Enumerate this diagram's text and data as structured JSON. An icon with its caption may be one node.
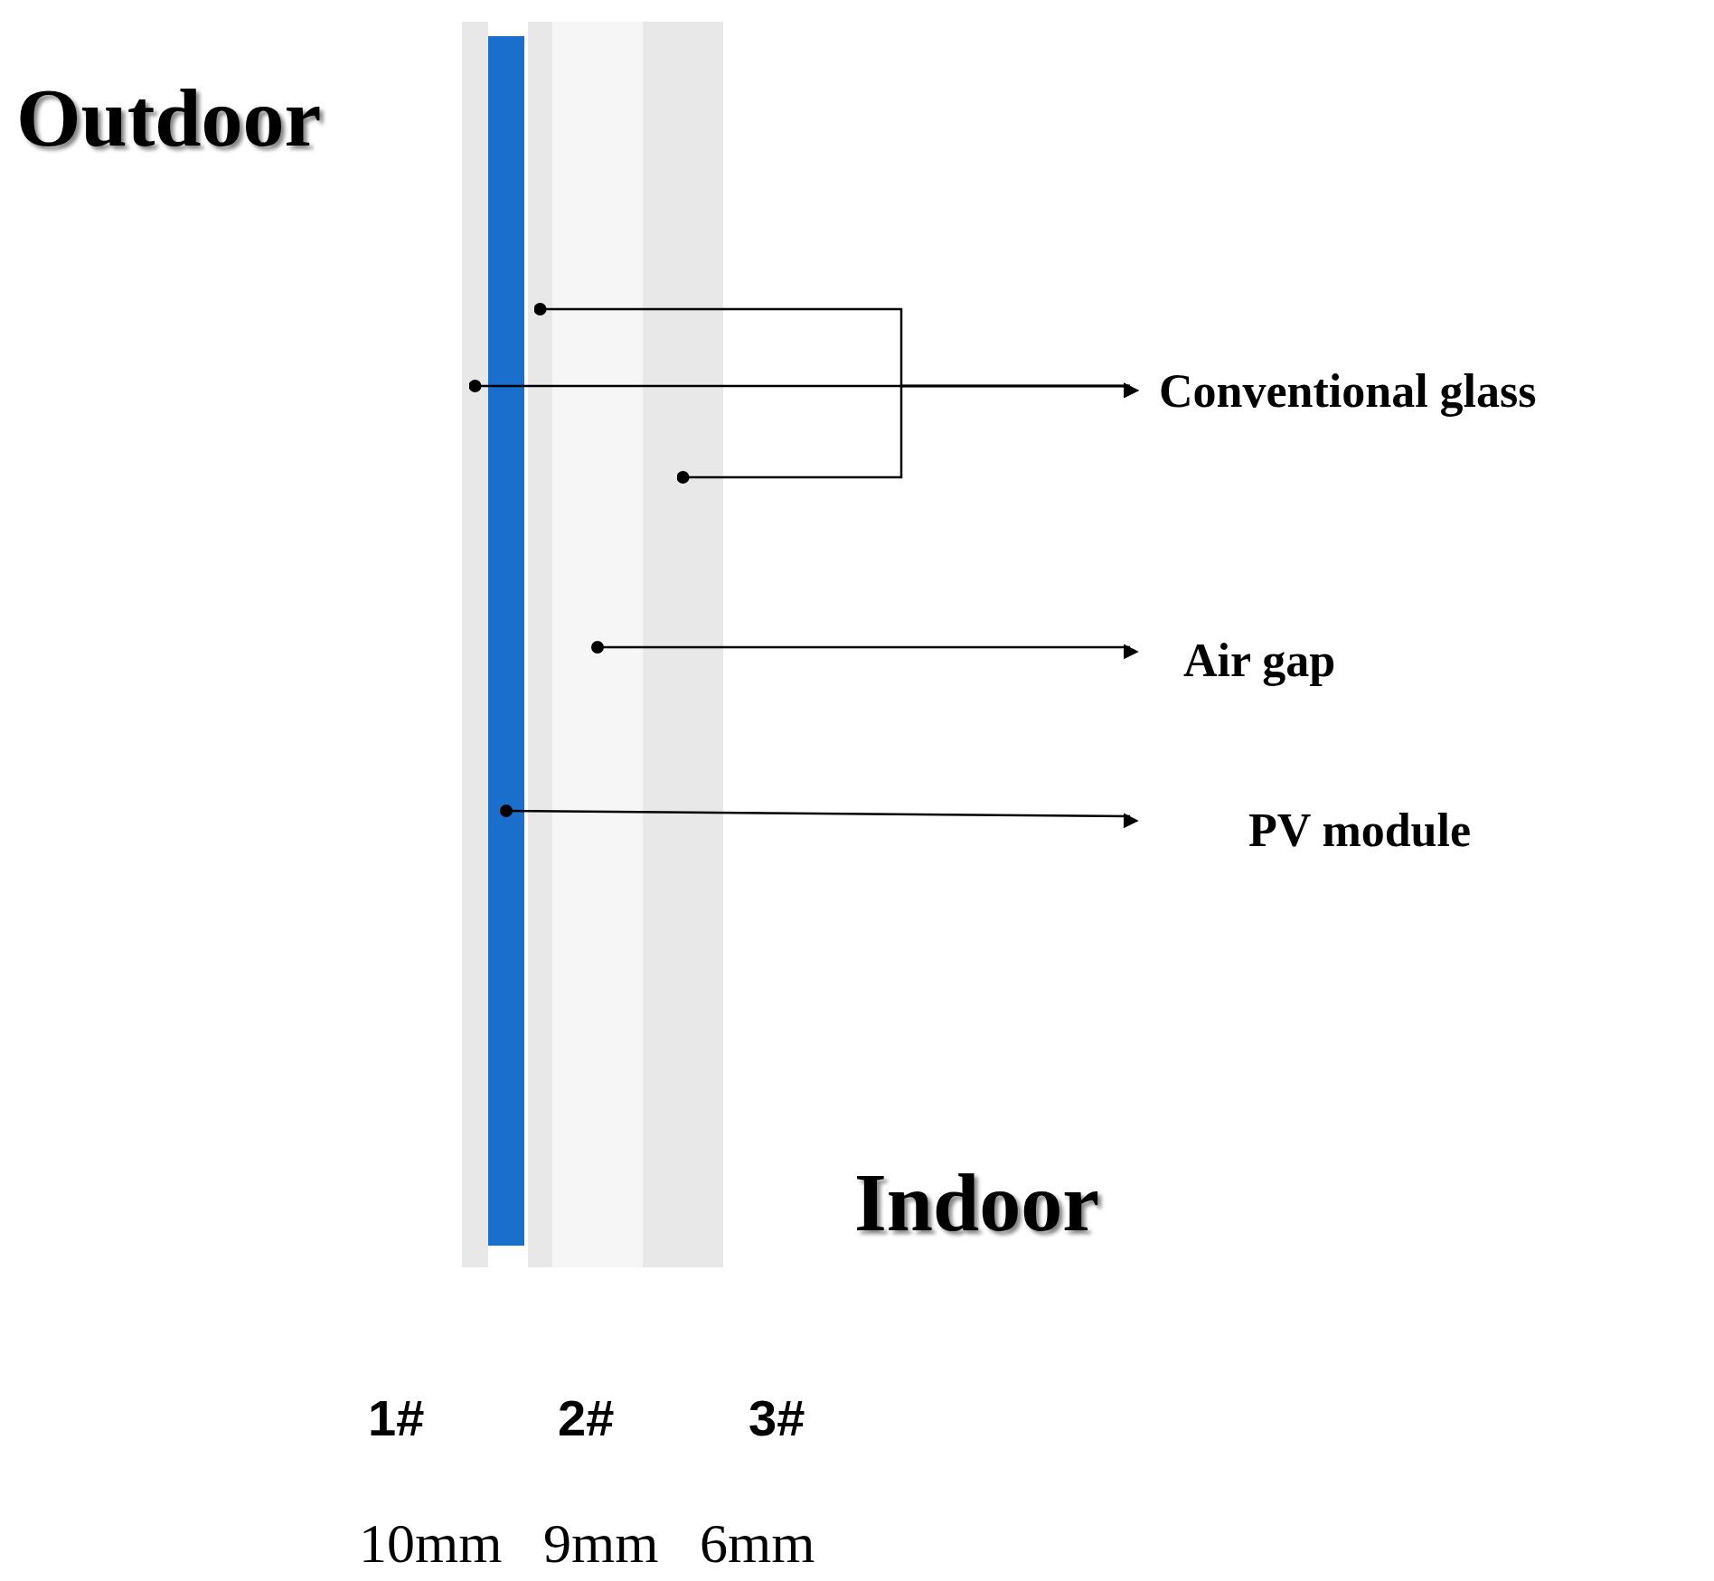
{
  "diagram": {
    "nodes": [
      {
        "text": [
          "Conventional glass"
        ]
      },
      {
        "text": [
          "Air gap"
        ]
      },
      {
        "text": [
          "PV module"
        ]
      },
      {
        "text": [],
        "shape": "bar"
      },
      {
        "text": [],
        "shape": "bar"
      },
      {
        "text": [],
        "shape": "bar"
      },
      {
        "text": [],
        "shape": "bar"
      },
      {
        "text": [],
        "shape": "box"
      }
    ],
    "edges": [
      {
        "from": 3,
        "to": 0,
        "arrow": "to"
      },
      {
        "from": 5,
        "to": 0,
        "arrow": "to"
      },
      {
        "from": 6,
        "to": 0,
        "arrow": "to"
      },
      {
        "from": 7,
        "to": 1,
        "arrow": "to"
      },
      {
        "from": 4,
        "to": 2,
        "arrow": "to"
      }
    ],
    "labels": [
      "Outdoor",
      "Indoor",
      "1#",
      "2#",
      "3#",
      "10mm",
      "9mm",
      "6mm"
    ]
  }
}
